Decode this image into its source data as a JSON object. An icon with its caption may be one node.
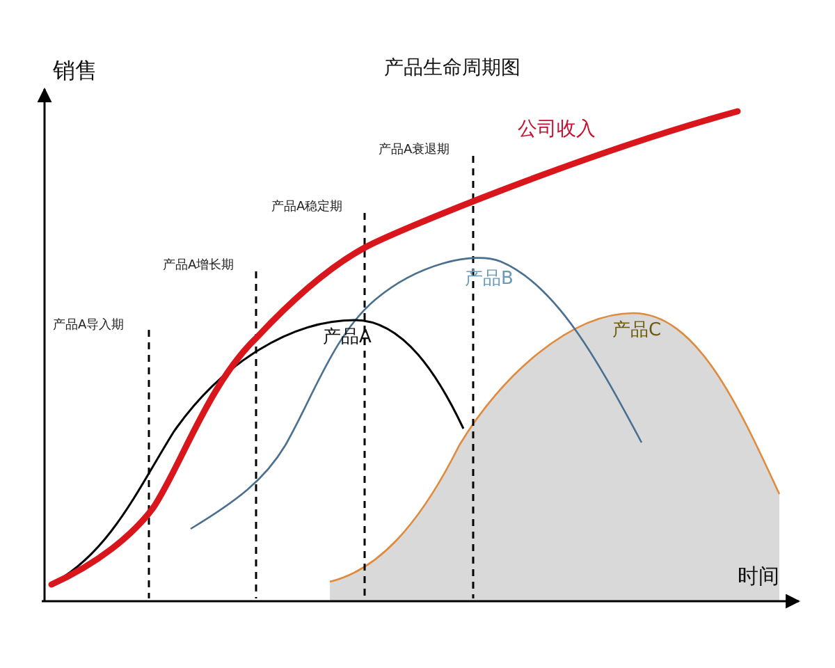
{
  "diagram": {
    "title": "产品生命周期图",
    "labels": [
      "销售",
      "公司收入",
      "产品A衰退期",
      "产品A稳定期",
      "产品B",
      "产品A增长期",
      "产品C",
      "产品A导入期",
      "产品A",
      "时间"
    ]
  }
}
